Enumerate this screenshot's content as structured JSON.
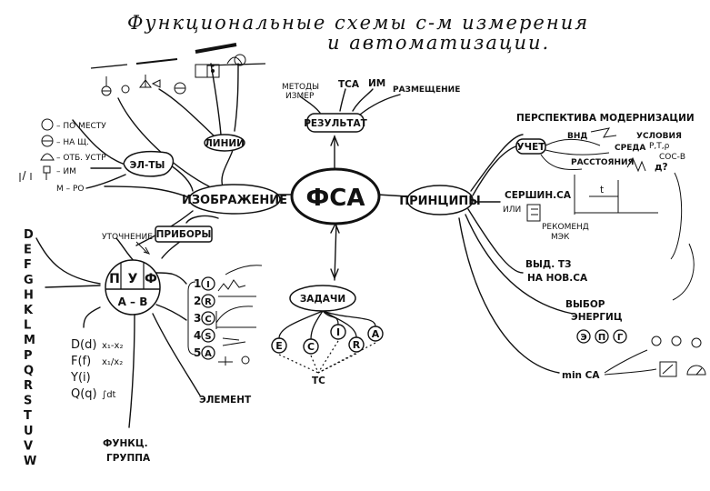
{
  "title": {
    "line1": "Функциональные схемы с-м измерения",
    "line2": "и автоматизации."
  },
  "center": "ФСА",
  "nodes": {
    "image": "ИЗОБРАЖЕНИЕ",
    "principles": "ПРИНЦИПЫ",
    "result": "РЕЗУЛЬТАТ",
    "tasks": "ЗАДАЧИ",
    "lines": "ЛИНИИ",
    "elements": "ЭЛ-ТЫ",
    "devices": "ПРИБОРЫ"
  },
  "result_items": [
    "МЕТОДЫ",
    "ИЗМЕР",
    "ТСА",
    "ИМ",
    "РАЗМЕЩЕНИЕ"
  ],
  "tasks_items": [
    "E",
    "C",
    "I",
    "R",
    "A"
  ],
  "tasks_bottom": "ТС",
  "elements_legend": [
    "– ПО МЕСТУ",
    "– НА Щ.",
    "– ОТБ. УСТР",
    "– ИМ",
    "М – РО"
  ],
  "letters": [
    "D",
    "E",
    "F",
    "G",
    "H",
    "K",
    "L",
    "M",
    "P",
    "Q",
    "R",
    "S",
    "T",
    "U",
    "V",
    "W"
  ],
  "device_circle": {
    "top_left": "П",
    "top_center": "У",
    "top_right": "Ф",
    "bottom": "А – В"
  },
  "refinement": "УТОЧНЕНИЕ",
  "formulas": [
    "D(d)",
    "F(f)",
    "Y(i)",
    "Q(q)"
  ],
  "formula_right": [
    "x₁-x₂",
    "x₁/x₂",
    "",
    "∫dt"
  ],
  "numbered": [
    {
      "n": "1",
      "c": "I"
    },
    {
      "n": "2",
      "c": "R"
    },
    {
      "n": "3",
      "c": "C"
    },
    {
      "n": "4",
      "c": "S"
    },
    {
      "n": "5",
      "c": "A"
    }
  ],
  "element_label": "ЭЛЕМЕНТ",
  "func_group": [
    "ФУНКЦ.",
    "ГРУППА"
  ],
  "principles_items": {
    "perspective": "ПЕРСПЕКТИВА МОДЕРНИЗАЦИИ",
    "vnd": "ВНД",
    "conditions": "УСЛОВИЯ",
    "conditions_sub": "P,T,ρ",
    "sredy": "СРЕДА",
    "sredy_sub": "СОС-В",
    "accounting": "УЧЕТ",
    "distance": "РАССТОЯНИЯ",
    "certification": "СЕРШИН.СА",
    "ili": "ИЛИ",
    "recommend": [
      "РЕКОМЕНД",
      "МЭК"
    ],
    "vyd": [
      "ВЫД. ТЗ",
      "НА НОВ.СА"
    ],
    "choice": [
      "ВЫБОР",
      "ЭНЕРГИЦ"
    ],
    "energy": [
      "Э",
      "П",
      "Г"
    ],
    "min_ca": "min СА",
    "t_label": "t",
    "d_label": "д?"
  }
}
